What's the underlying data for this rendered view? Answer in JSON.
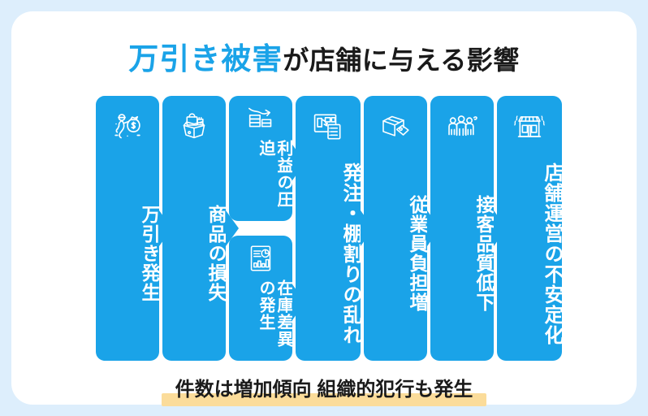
{
  "theme": {
    "page_background": "#ddeefc",
    "panel_background": "#ffffff",
    "accent": "#1aa3e8",
    "title_text_color": "#1a1a1a",
    "card_text_color": "#ffffff",
    "highlight_bar": "#fbdc9a"
  },
  "title": {
    "highlight": "万引き被害",
    "rest": "が店舗に与える影響"
  },
  "flow": {
    "steps": [
      {
        "id": "step-1",
        "label": "万引き発生",
        "icon": "thief-money-bag-icon",
        "layout": "full"
      },
      {
        "id": "step-2",
        "label": "商品の損失",
        "icon": "open-box-goods-icon",
        "layout": "full"
      },
      {
        "id": "step-3a",
        "label": "利益の圧迫",
        "icon": "declining-bars-arrow-icon",
        "layout": "half-top"
      },
      {
        "id": "step-3b",
        "label": "在庫差異の発生",
        "icon": "inventory-report-chart-icon",
        "layout": "half-bottom"
      },
      {
        "id": "step-4",
        "label": "発注・棚割りの乱れ",
        "icon": "planogram-clipboard-icon",
        "layout": "full"
      },
      {
        "id": "step-5",
        "label": "従業員負担増",
        "icon": "box-price-tag-icon",
        "layout": "full"
      },
      {
        "id": "step-6",
        "label": "接客品質低下",
        "icon": "three-people-icon",
        "layout": "full"
      },
      {
        "id": "step-7",
        "label": "店舗運営の不安定化",
        "icon": "shaking-storefront-icon",
        "layout": "full"
      }
    ]
  },
  "footer": {
    "text": "件数は増加傾向 組織的犯行も発生"
  }
}
